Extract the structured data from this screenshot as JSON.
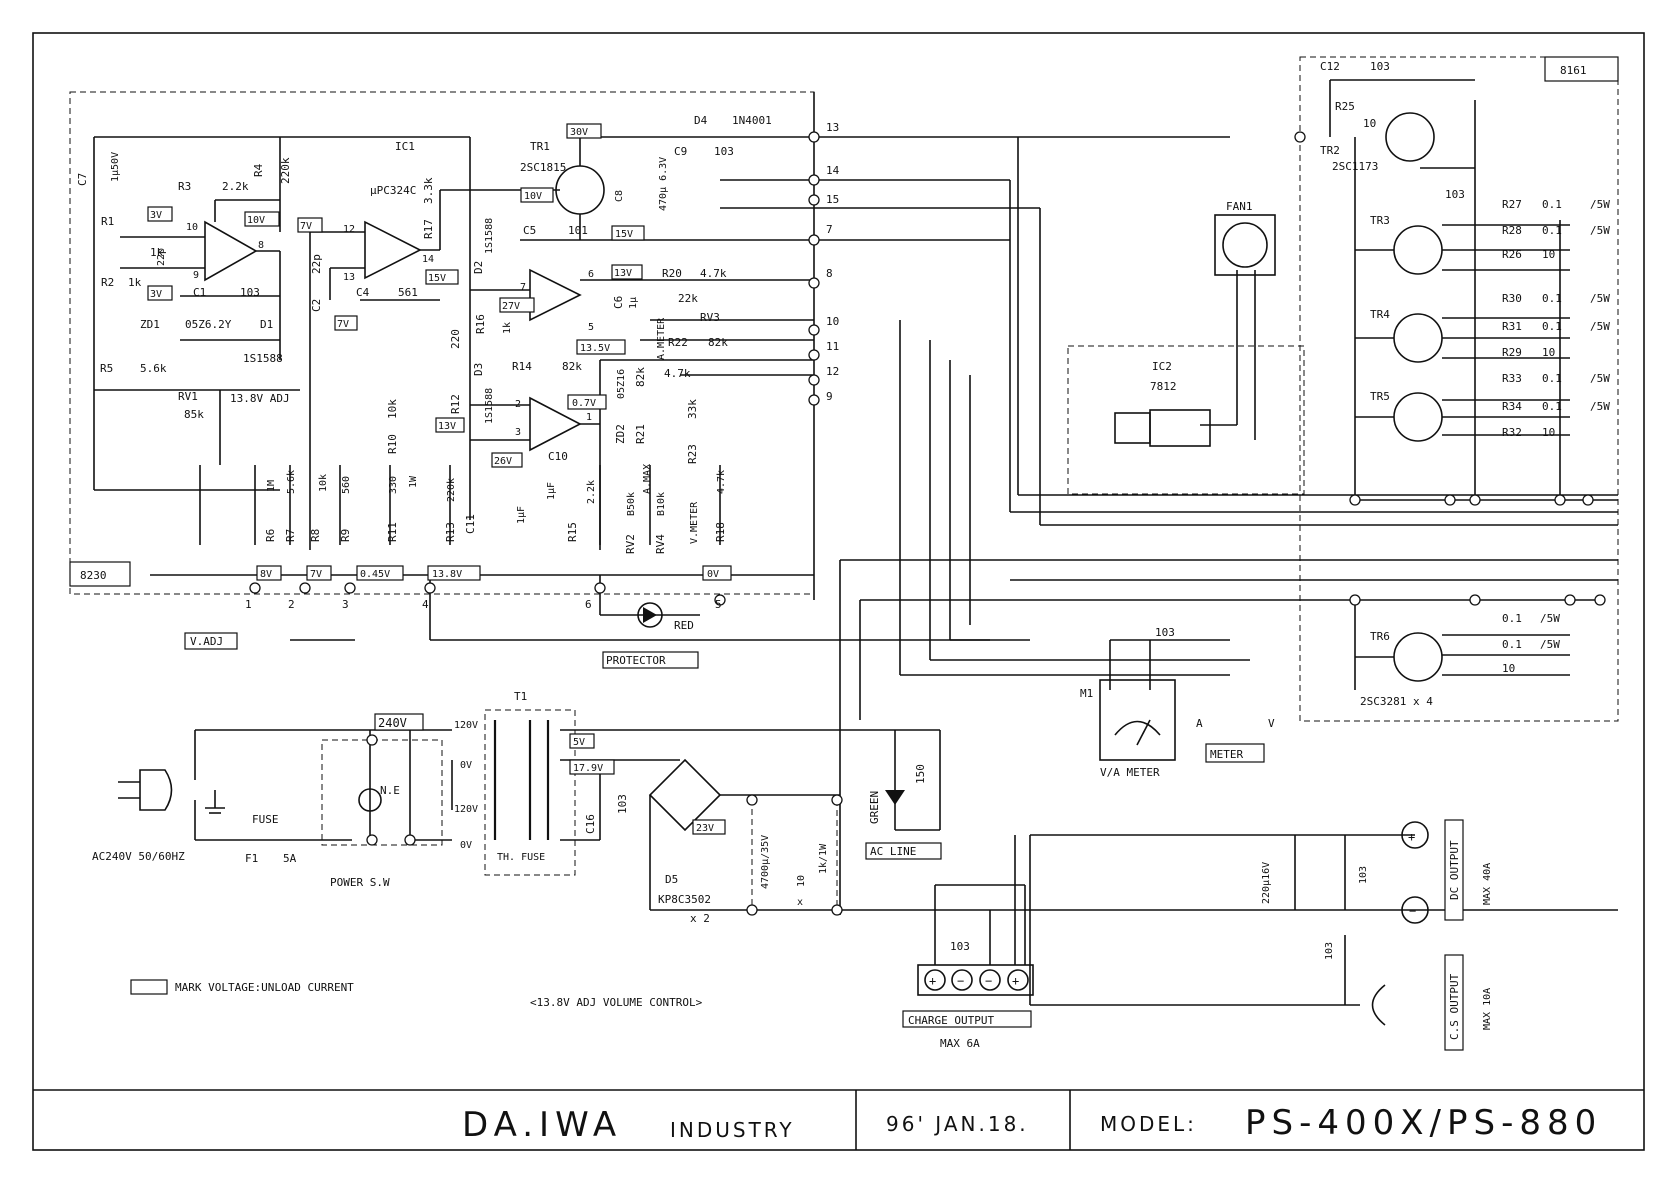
{
  "boards": {
    "main": "8230",
    "power": "8161"
  },
  "legend": {
    "mark_text": "MARK VOLTAGE:UNLOAD CURRENT",
    "adj_note": "<13.8V ADJ VOLUME CONTROL>"
  },
  "footer": {
    "company": "DA.IWA",
    "company_suffix": "INDUSTRY",
    "date": "96' JAN.18.",
    "model_label": "MODEL:",
    "model": "PS-400X/PS-880"
  },
  "ac_input": {
    "label": "AC240V 50/60HZ",
    "fuse_label": "FUSE",
    "fuse_id": "F1",
    "fuse_rating": "5A",
    "switch": "POWER S.W",
    "neon": "N.E",
    "voltage_box": "240V"
  },
  "transformer": {
    "id": "T1",
    "taps": [
      "120V",
      "0V",
      "120V",
      "0V"
    ],
    "secondary": [
      "5V",
      "17.9V"
    ],
    "thermal_fuse": "TH. FUSE",
    "cap": "C16",
    "cap_value": "103"
  },
  "rectifier": {
    "id": "D5",
    "part": "KP8C3502",
    "qty": "x 2",
    "out_voltage": "23V",
    "cap": "4700μ/35V",
    "res1": "10",
    "res2": "1k/1W",
    "mult": "x"
  },
  "ac_line": {
    "led": "GREEN",
    "res": "150",
    "label": "AC LINE"
  },
  "protector": {
    "led": "RED",
    "label": "PROTECTOR"
  },
  "v_adj": "V.ADJ",
  "connector_pins": [
    "1",
    "2",
    "3",
    "4",
    "6",
    "5"
  ],
  "mark_voltages": [
    "8V",
    "7V",
    "0.45V",
    "13.8V",
    "0V"
  ],
  "ic1": {
    "id": "IC1",
    "part": "μPC324C"
  },
  "tr1": {
    "id": "TR1",
    "part": "2SC1815",
    "v1": "30V",
    "v2": "10V",
    "v3": "15V"
  },
  "d4": {
    "id": "D4",
    "part": "1N4001"
  },
  "c9": {
    "id": "C9",
    "value": "103"
  },
  "c8": {
    "id": "C8",
    "value": "470μ 6.3V"
  },
  "c5": {
    "id": "C5",
    "value": "101"
  },
  "c7": {
    "id": "C7",
    "value": "1μ50V"
  },
  "left_section": {
    "r4": "R4",
    "r4v": "220k",
    "r3": "R3",
    "r3v": "2.2k",
    "r1": "R1",
    "r1v": "1k",
    "r2": "R2",
    "r2v": "1k",
    "c1": "C1",
    "c1v": "103",
    "cap22p": "22p",
    "zd1": "ZD1",
    "zd1p": "05Z6.2Y",
    "d1": "D1",
    "d1p": "1S1588",
    "r5": "R5",
    "r5v": "5.6k",
    "rv1": "RV1",
    "rv1v": "85k",
    "adj": "13.8V ADJ",
    "v3a": "3V",
    "v3b": "3V",
    "v10": "10V",
    "pin10": "10",
    "pin9": "9",
    "pin8": "8"
  },
  "mid_section": {
    "c2": "C2",
    "c2v": "22p",
    "c4": "C4",
    "c4v": "561",
    "r17": "R17",
    "r17v": "3.3k",
    "v7a": "7V",
    "v7b": "7V",
    "v15": "15V",
    "pin12": "12",
    "pin13": "13",
    "pin14": "14",
    "r10": "R10",
    "r10v": "10k",
    "r11": "R11",
    "r11v": "330",
    "r11w": "1W"
  },
  "prot_section": {
    "d2": "D2",
    "d2p": "1S1588",
    "d3": "D3",
    "d3p": "1S1588",
    "r16": "R16",
    "r16v": "1k",
    "r12": "R12",
    "r12v": "220",
    "r14": "R14",
    "r14v": "82k",
    "r20": "R20",
    "r20v": "4.7k",
    "rv3": "RV3",
    "rv3v": "22k",
    "r22": "R22",
    "r22v": "82k",
    "a_meter": "A.METER",
    "c6": "C6",
    "c6v": "1μ",
    "zd2": "ZD2",
    "zd2p": "05Z16",
    "r21": "R21",
    "r21v": "82k",
    "r23": "R23",
    "r23v": "33k",
    "r_4k7": "4.7k",
    "c10": "C10",
    "c10v": "1μF",
    "c11": "C11",
    "c11v": "1μF",
    "v27": "27V",
    "v13a": "13V",
    "v13b": "13V",
    "v135": "13.5V",
    "v07": "0.7V",
    "v26": "26V",
    "pin7": "7",
    "pin6": "6",
    "pin5": "5",
    "pin2": "2",
    "pin3": "3",
    "pin1": "1"
  },
  "bottom_res": [
    {
      "id": "R6",
      "val": "1M"
    },
    {
      "id": "R7",
      "val": "5.6k"
    },
    {
      "id": "R8",
      "val": "10k"
    },
    {
      "id": "R9",
      "val": "560"
    },
    {
      "id": "R11",
      "val": "330"
    },
    {
      "id": "R13",
      "val": "220k"
    },
    {
      "id": "R15",
      "val": "2.2k"
    },
    {
      "id": "RV2",
      "val": "B50k"
    },
    {
      "id": "RV4",
      "val": "B10k"
    },
    {
      "id": "R18",
      "val": "4.7k"
    }
  ],
  "bottom_labels": {
    "amax": "A.MAX",
    "vmeter": "V.METER"
  },
  "terminals": [
    "13",
    "14",
    "15",
    "7",
    "8",
    "10",
    "11",
    "12",
    "9"
  ],
  "fan": "FAN1",
  "ic2": {
    "id": "IC2",
    "part": "7812"
  },
  "tr2": {
    "id": "TR2",
    "part": "2SC1173",
    "c12": "C12",
    "c12v": "103",
    "r25": "R25",
    "r25v": "10",
    "cap": "103"
  },
  "power_tr": {
    "tr3": "TR3",
    "tr4": "TR4",
    "tr5": "TR5",
    "tr6": "TR6",
    "tr6_part": "2SC3281  x 4",
    "emitter_res": [
      {
        "id": "R27",
        "val": "0.1",
        "w": "/5W"
      },
      {
        "id": "R28",
        "val": "0.1",
        "w": "/5W"
      },
      {
        "id": "R30",
        "val": "0.1",
        "w": "/5W"
      },
      {
        "id": "R31",
        "val": "0.1",
        "w": "/5W"
      },
      {
        "id": "R33",
        "val": "0.1",
        "w": "/5W"
      },
      {
        "id": "R34",
        "val": "0.1",
        "w": "/5W"
      }
    ],
    "base_res": [
      {
        "id": "R26",
        "val": "10"
      },
      {
        "id": "R29",
        "val": "10"
      },
      {
        "id": "R32",
        "val": "10"
      }
    ],
    "tr6_res": [
      "0.1",
      "0.1",
      "10"
    ],
    "tr6_w": "/5W"
  },
  "meter": {
    "m1": "M1",
    "cap": "103",
    "label": "V/A METER",
    "switch": "METER",
    "a": "A",
    "v": "V"
  },
  "outputs": {
    "cap1": "220μ16V",
    "cap2": "103",
    "cap3": "103",
    "dc": "DC OUTPUT",
    "dc_max": "MAX 40A",
    "cs": "C.S OUTPUT",
    "cs_max": "MAX 10A",
    "charge_cap": "103",
    "charge": "CHARGE OUTPUT",
    "charge_max": "MAX 6A"
  }
}
